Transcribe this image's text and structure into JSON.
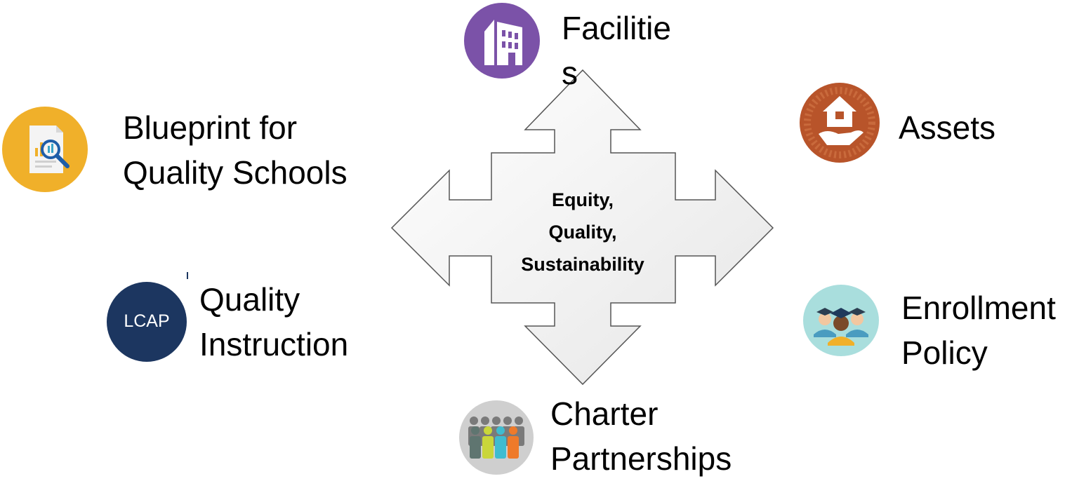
{
  "center": {
    "lines": [
      "Equity,",
      "Quality,",
      "Sustainability"
    ]
  },
  "nodes": {
    "facilities": {
      "lines": [
        "Facilitie",
        "s"
      ],
      "icon": "building-icon",
      "color": "#7b52a8"
    },
    "assets": {
      "lines": [
        "Assets"
      ],
      "icon": "house-in-hand-icon",
      "color": "#b8542a"
    },
    "blueprint": {
      "lines": [
        "Blueprint for",
        "Quality Schools"
      ],
      "icon": "document-magnifier-icon",
      "color": "#f0b02a"
    },
    "quality_instruction": {
      "lines": [
        "Quality",
        "Instruction"
      ],
      "icon": "lcap-badge-icon",
      "badge_text": "LCAP",
      "color": "#1c3660"
    },
    "enrollment": {
      "lines": [
        "Enrollment",
        "Policy"
      ],
      "icon": "graduates-icon",
      "color": "#a9dedd"
    },
    "charter": {
      "lines": [
        "Charter",
        "Partnerships"
      ],
      "icon": "people-group-icon",
      "color": "#cfcfcf"
    }
  },
  "colors": {
    "arrow_fill": "#f2f2f2",
    "arrow_stroke": "#555555"
  }
}
